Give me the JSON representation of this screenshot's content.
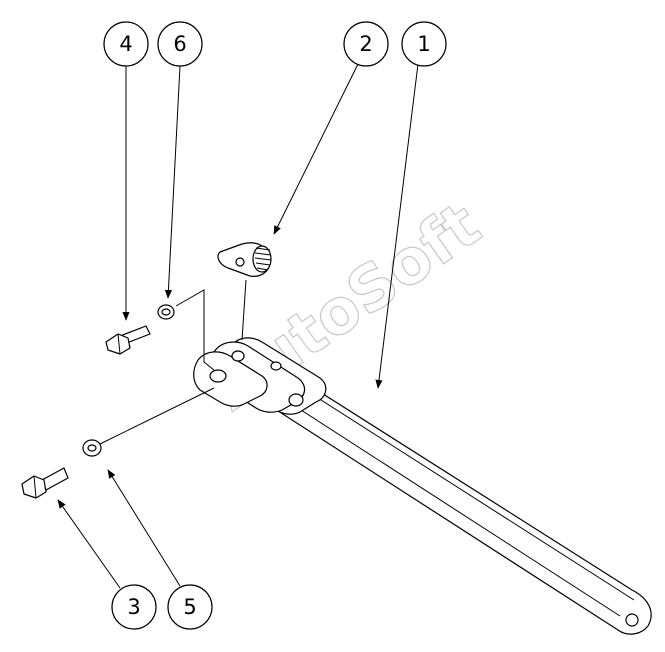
{
  "diagram": {
    "callouts": [
      {
        "id": "callout-1",
        "label": "1"
      },
      {
        "id": "callout-2",
        "label": "2"
      },
      {
        "id": "callout-3",
        "label": "3"
      },
      {
        "id": "callout-4",
        "label": "4"
      },
      {
        "id": "callout-5",
        "label": "5"
      },
      {
        "id": "callout-6",
        "label": "6"
      }
    ],
    "watermark": "AutoSoft",
    "colors": {
      "line": "#000000",
      "background": "#ffffff",
      "watermark": "#c8c8c8"
    }
  }
}
